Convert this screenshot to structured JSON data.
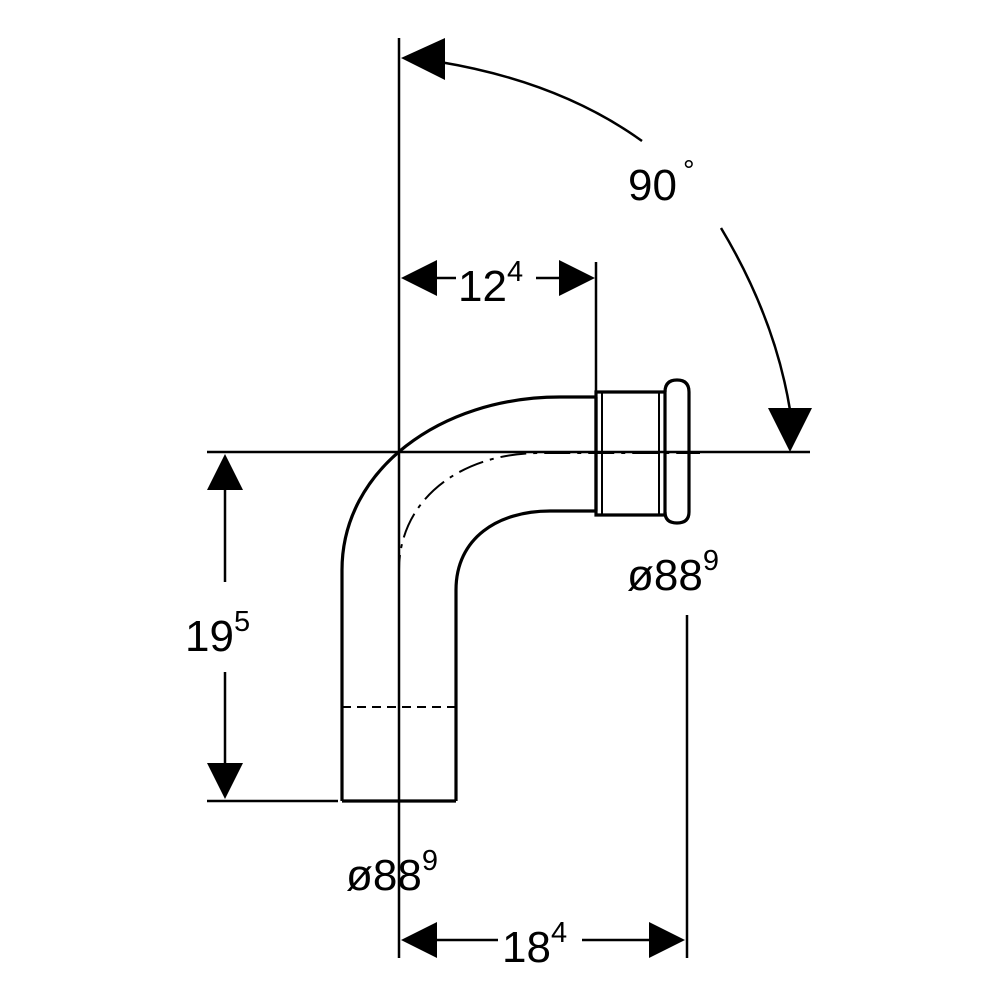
{
  "labels": {
    "angle": {
      "main": "90",
      "sup": "°"
    },
    "top_offset": {
      "main": "12",
      "sup": "4"
    },
    "height": {
      "main": "19",
      "sup": "5"
    },
    "diameter_right": {
      "main": "ø88",
      "sup": "9"
    },
    "diameter_bottom": {
      "main": "ø88",
      "sup": "9"
    },
    "bottom_offset": {
      "main": "18",
      "sup": "4"
    }
  }
}
